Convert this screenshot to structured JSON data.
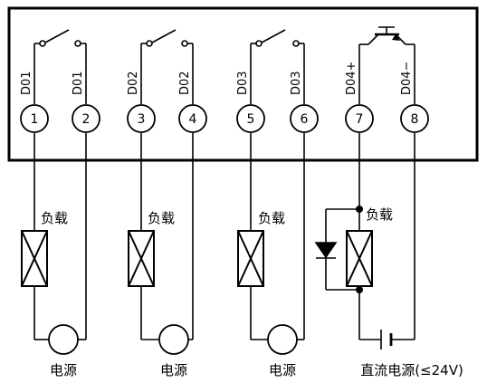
{
  "terminals": [
    {
      "number": "1",
      "label": "D01"
    },
    {
      "number": "2",
      "label": "D01"
    },
    {
      "number": "3",
      "label": "D02"
    },
    {
      "number": "4",
      "label": "D02"
    },
    {
      "number": "5",
      "label": "D03"
    },
    {
      "number": "6",
      "label": "D03"
    },
    {
      "number": "7",
      "label": "D04+"
    },
    {
      "number": "8",
      "label": "D04−"
    }
  ],
  "circuits": [
    {
      "load_label": "负载",
      "source_label": "电源"
    },
    {
      "load_label": "负载",
      "source_label": "电源"
    },
    {
      "load_label": "负载",
      "source_label": "电源"
    },
    {
      "load_label": "负载",
      "source_label": "直流电源(≤24V)"
    }
  ]
}
